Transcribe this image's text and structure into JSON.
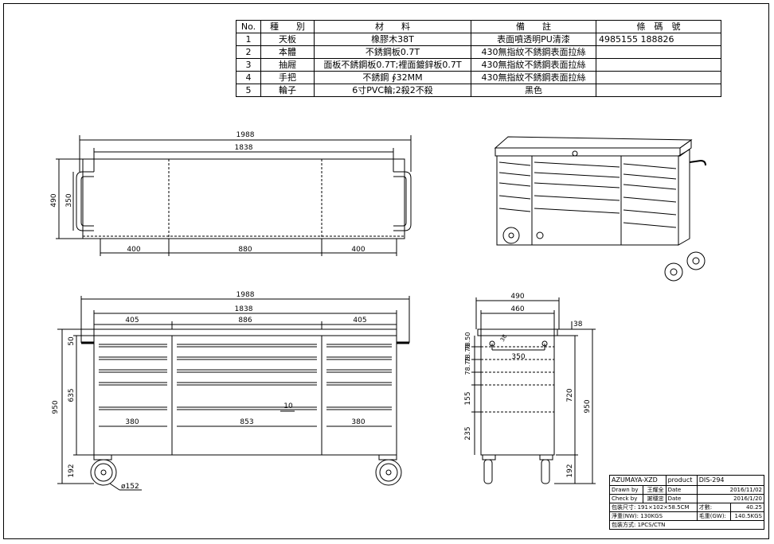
{
  "spec_table": {
    "headers": [
      "No.",
      "種　　別",
      "材　　料",
      "備　　註",
      "條　碼　號"
    ],
    "rows": [
      [
        "1",
        "天板",
        "橡膠木38T",
        "表面噴透明PU清漆",
        "4985155  188826"
      ],
      [
        "2",
        "本體",
        "不銹鋼板0.7T",
        "430無指紋不銹鋼表面拉絲",
        ""
      ],
      [
        "3",
        "抽屜",
        "面板不銹鋼板0.7T;裡面鍍鋅板0.7T",
        "430無指紋不銹鋼表面拉絲",
        ""
      ],
      [
        "4",
        "手把",
        "不銹鋼 ∮32MM",
        "430無指紋不銹鋼表面拉絲",
        ""
      ],
      [
        "5",
        "輪子",
        "6寸PVC輪;2殺2不殺",
        "黑色",
        ""
      ]
    ]
  },
  "top_view": {
    "overall": "1988",
    "inner": "1838",
    "depth": "490",
    "handle_depth": "350",
    "sections": [
      "400",
      "880",
      "400"
    ]
  },
  "front_view": {
    "overall": "1988",
    "inner": "1838",
    "sections": [
      "405",
      "886",
      "405"
    ],
    "drawer_widths": [
      "380",
      "853",
      "380"
    ],
    "gap": "10",
    "heights": {
      "handle": "50",
      "drawers": "635",
      "total": "950",
      "caster": "192"
    },
    "wheel": "ø152"
  },
  "side_view": {
    "overall": "490",
    "inner": "460",
    "top_thk": "38",
    "handle_span": "350",
    "handle_offset": "38",
    "drawer_heights": [
      "78.50",
      "78.78",
      "78.78",
      "155",
      "235"
    ],
    "body": "720",
    "total": "950",
    "caster": "192"
  },
  "title_block": {
    "company": "AZUMAYA-XZD",
    "product_label": "product",
    "product": "DIS-294",
    "drawn_label": "Drawn by",
    "drawn_name": "王耀全",
    "date_label": "Date",
    "drawn_date": "2016/11/02",
    "check_label": "Check by",
    "check_name": "謝穩忠",
    "check_date": "2016/1/20",
    "pack_size_label": "包裝尺寸:",
    "pack_size": "191×102×58.5CM",
    "cuft_label": "才數:",
    "cuft": "40.25",
    "nw_label": "淨重(NW):",
    "nw": "130KGS",
    "gw_label": "毛重(GW):",
    "gw": "140.5KGS",
    "pack_label": "包裝方式:",
    "pack": "1PCS/CTN"
  }
}
